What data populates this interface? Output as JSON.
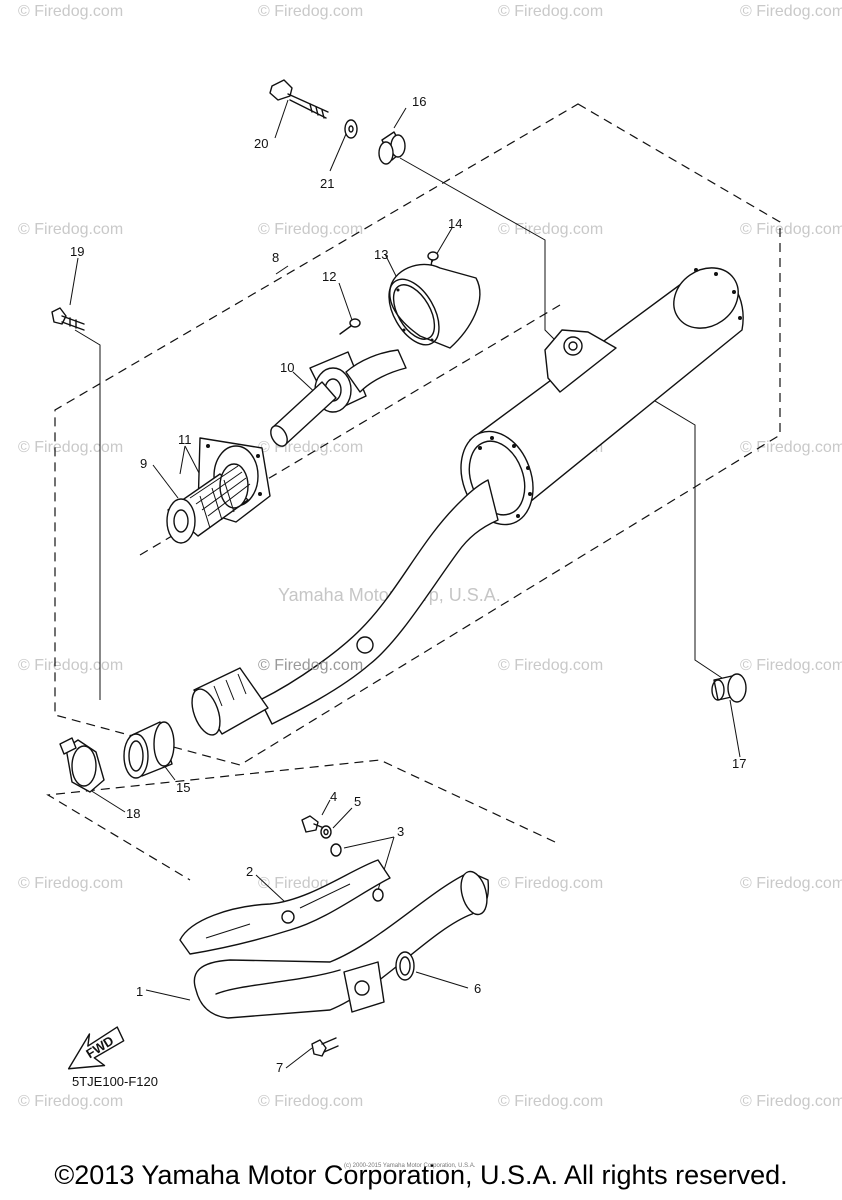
{
  "watermark": "© Firedog.com",
  "brand_watermark": "Yamaha Motor Corp, U.S.A.",
  "center_watermark": "© Firedog.com",
  "part_labels": [
    "1",
    "2",
    "3",
    "4",
    "5",
    "6",
    "7",
    "8",
    "9",
    "10",
    "11",
    "12",
    "13",
    "14",
    "15",
    "16",
    "17",
    "18",
    "19",
    "20",
    "21"
  ],
  "forward_arrow_label": "FWD",
  "diagram_code": "5TJE100-F120",
  "tiny_note": "(c) 2000-2015 Yamaha Motor Corporation, U.S.A.",
  "copyright": "©2013 Yamaha Motor Corporation, U.S.A. All rights reserved."
}
